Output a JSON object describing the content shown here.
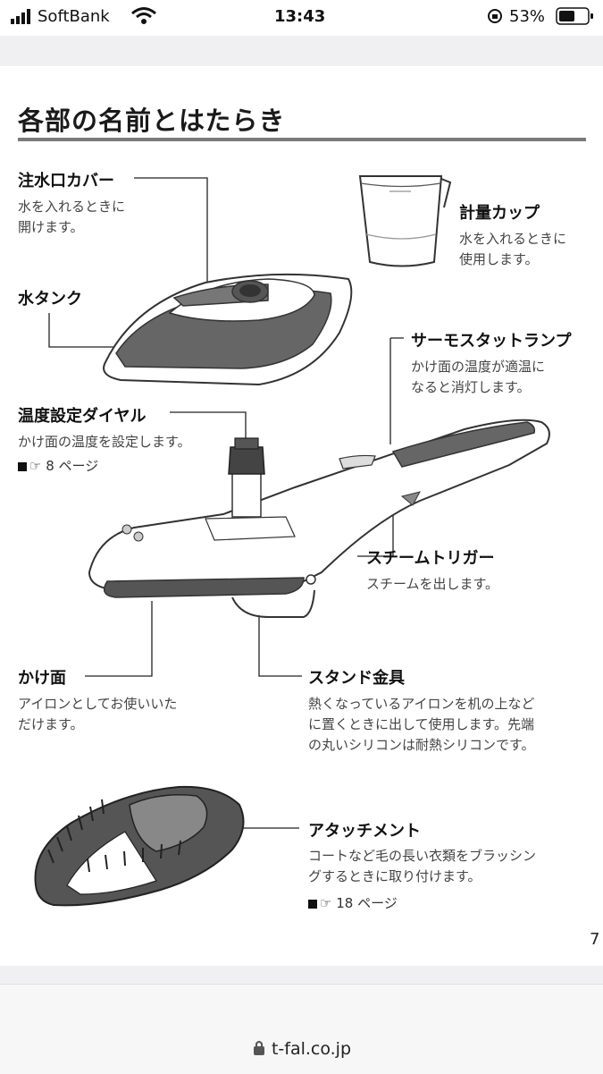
{
  "status_bar": {
    "carrier": "SoftBank",
    "time": "13:43",
    "battery": "53%"
  },
  "page": {
    "title": "各部の名前とはたらき",
    "page_number": "7",
    "parts": {
      "water_inlet_cover": {
        "name": "注水口カバー",
        "desc": "水を入れるときに\n開けます。"
      },
      "water_tank": {
        "name": "水タンク"
      },
      "measuring_cup": {
        "name": "計量カップ",
        "desc": "水を入れるときに\n使用します。"
      },
      "thermostat_lamp": {
        "name": "サーモスタットランプ",
        "desc": "かけ面の温度が適温に\nなると消灯します。"
      },
      "temp_dial": {
        "name": "温度設定ダイヤル",
        "desc": "かけ面の温度を設定します。",
        "ref": "8 ページ"
      },
      "steam_trigger": {
        "name": "スチームトリガー",
        "desc": "スチームを出します。"
      },
      "soleplate": {
        "name": "かけ面",
        "desc": "アイロンとしてお使いいた\nだけます。"
      },
      "stand": {
        "name": "スタンド金具",
        "desc": "熱くなっているアイロンを机の上など\nに置くときに出して使用します。先端\nの丸いシリコンは耐熱シリコンです。"
      },
      "attachment": {
        "name": "アタッチメント",
        "desc": "コートなど毛の長い衣類をブラッシン\nグするときに取り付けます。",
        "ref": "18 ページ"
      }
    }
  },
  "browser": {
    "domain": "t-fal.co.jp"
  }
}
